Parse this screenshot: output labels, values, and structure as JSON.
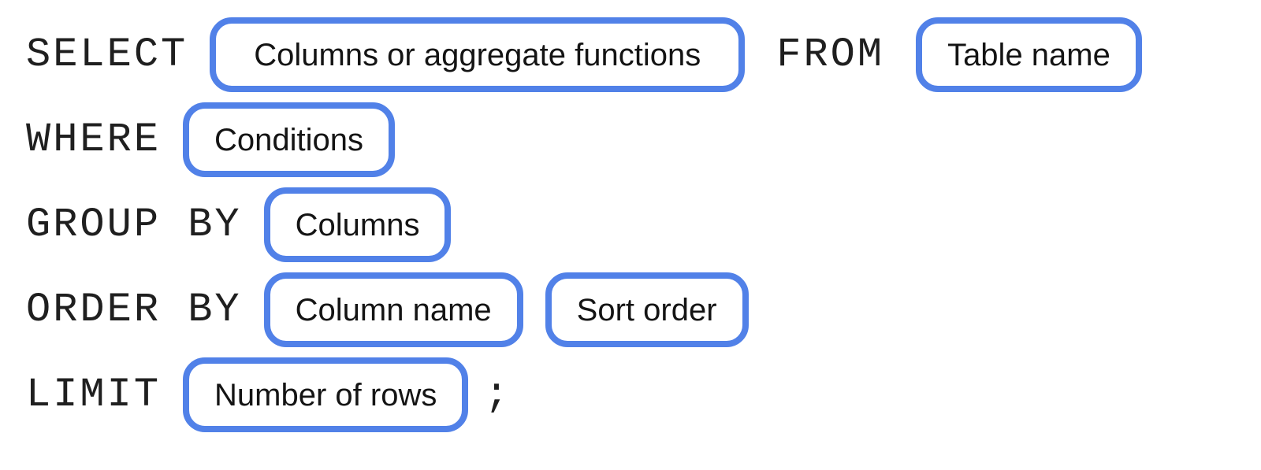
{
  "sql_diagram": {
    "rows": [
      {
        "name": "select-from",
        "segments": [
          {
            "type": "keyword",
            "text": "SELECT"
          },
          {
            "type": "pill",
            "text": "Columns or aggregate functions"
          },
          {
            "type": "keyword",
            "text": "FROM"
          },
          {
            "type": "pill",
            "text": "Table name"
          }
        ]
      },
      {
        "name": "where",
        "segments": [
          {
            "type": "keyword",
            "text": "WHERE"
          },
          {
            "type": "pill",
            "text": "Conditions"
          }
        ]
      },
      {
        "name": "group-by",
        "segments": [
          {
            "type": "keyword",
            "text": "GROUP BY"
          },
          {
            "type": "pill",
            "text": "Columns"
          }
        ]
      },
      {
        "name": "order-by",
        "segments": [
          {
            "type": "keyword",
            "text": "ORDER BY"
          },
          {
            "type": "pill",
            "text": "Column name"
          },
          {
            "type": "pill",
            "text": "Sort order"
          }
        ]
      },
      {
        "name": "limit",
        "segments": [
          {
            "type": "keyword",
            "text": "LIMIT"
          },
          {
            "type": "pill",
            "text": "Number of rows"
          },
          {
            "type": "punctuation",
            "text": ";"
          }
        ]
      }
    ],
    "colors": {
      "pill_border": "#5181e8",
      "keyword_text": "#1f1f1f",
      "pill_text": "#141414",
      "background": "#ffffff"
    }
  }
}
